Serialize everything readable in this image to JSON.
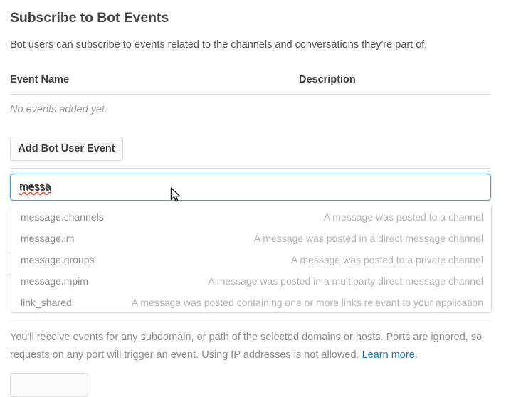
{
  "section": {
    "title": "Subscribe to Bot Events",
    "description": "Bot users can subscribe to events related to the channels and conversations they're part of."
  },
  "table": {
    "columns": [
      "Event Name",
      "Description"
    ],
    "empty_message": "No events added yet."
  },
  "buttons": {
    "add_bot_user_event": "Add Bot User Event"
  },
  "search": {
    "value": "messa",
    "placeholder": ""
  },
  "dropdown": {
    "options": [
      {
        "name": "message.channels",
        "description": "A message was posted to a channel"
      },
      {
        "name": "message.im",
        "description": "A message was posted in a direct message channel"
      },
      {
        "name": "message.groups",
        "description": "A message was posted to a private channel"
      },
      {
        "name": "message.mpim",
        "description": "A message was posted in a multiparty direct message channel"
      },
      {
        "name": "link_shared",
        "description": "A message was posted containing one or more links relevant to your application"
      }
    ]
  },
  "footnote": {
    "text": "You'll receive events for any subdomain, or path of the selected domains or hosts. Ports are ignored, so requests on any port will trigger an event. Using IP addresses is not allowed. ",
    "link_label": "Learn more."
  },
  "colors": {
    "focus_border": "#4a9fe0",
    "link": "#1b74b8",
    "spellcheck_underline": "#e8453c",
    "text_primary": "#3d3d3d",
    "text_muted": "#8d8d8d"
  }
}
